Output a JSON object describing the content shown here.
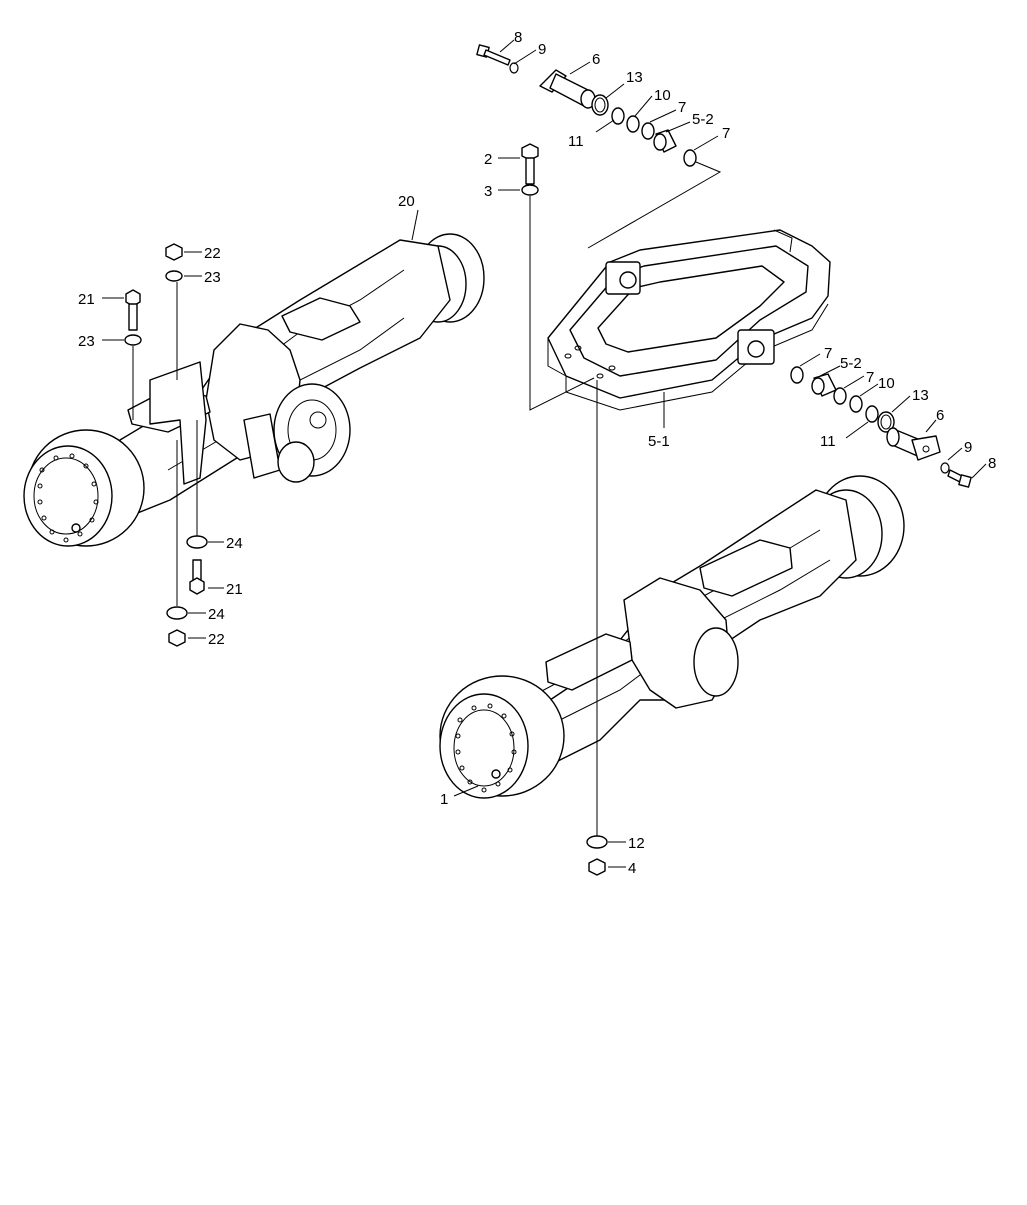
{
  "diagram": {
    "callouts": [
      {
        "id": "c-8-top",
        "text": "8"
      },
      {
        "id": "c-9-top",
        "text": "9"
      },
      {
        "id": "c-6-top",
        "text": "6"
      },
      {
        "id": "c-13-top",
        "text": "13"
      },
      {
        "id": "c-10-top",
        "text": "10"
      },
      {
        "id": "c-7-top-a",
        "text": "7"
      },
      {
        "id": "c-5-2-top",
        "text": "5-2"
      },
      {
        "id": "c-7-top-b",
        "text": "7"
      },
      {
        "id": "c-11-top",
        "text": "11"
      },
      {
        "id": "c-2",
        "text": "2"
      },
      {
        "id": "c-3",
        "text": "3"
      },
      {
        "id": "c-20",
        "text": "20"
      },
      {
        "id": "c-22-top",
        "text": "22"
      },
      {
        "id": "c-23-top",
        "text": "23"
      },
      {
        "id": "c-21-top",
        "text": "21"
      },
      {
        "id": "c-23-left",
        "text": "23"
      },
      {
        "id": "c-7-right-a",
        "text": "7"
      },
      {
        "id": "c-5-2-right",
        "text": "5-2"
      },
      {
        "id": "c-7-right-b",
        "text": "7"
      },
      {
        "id": "c-10-right",
        "text": "10"
      },
      {
        "id": "c-13-right",
        "text": "13"
      },
      {
        "id": "c-6-right",
        "text": "6"
      },
      {
        "id": "c-5-1",
        "text": "5-1"
      },
      {
        "id": "c-11-right",
        "text": "11"
      },
      {
        "id": "c-9-right",
        "text": "9"
      },
      {
        "id": "c-8-right",
        "text": "8"
      },
      {
        "id": "c-24-top",
        "text": "24"
      },
      {
        "id": "c-21-bottom",
        "text": "21"
      },
      {
        "id": "c-24-bottom",
        "text": "24"
      },
      {
        "id": "c-22-bottom",
        "text": "22"
      },
      {
        "id": "c-1",
        "text": "1"
      },
      {
        "id": "c-12",
        "text": "12"
      },
      {
        "id": "c-4",
        "text": "4"
      }
    ],
    "footer_code": "...."
  }
}
